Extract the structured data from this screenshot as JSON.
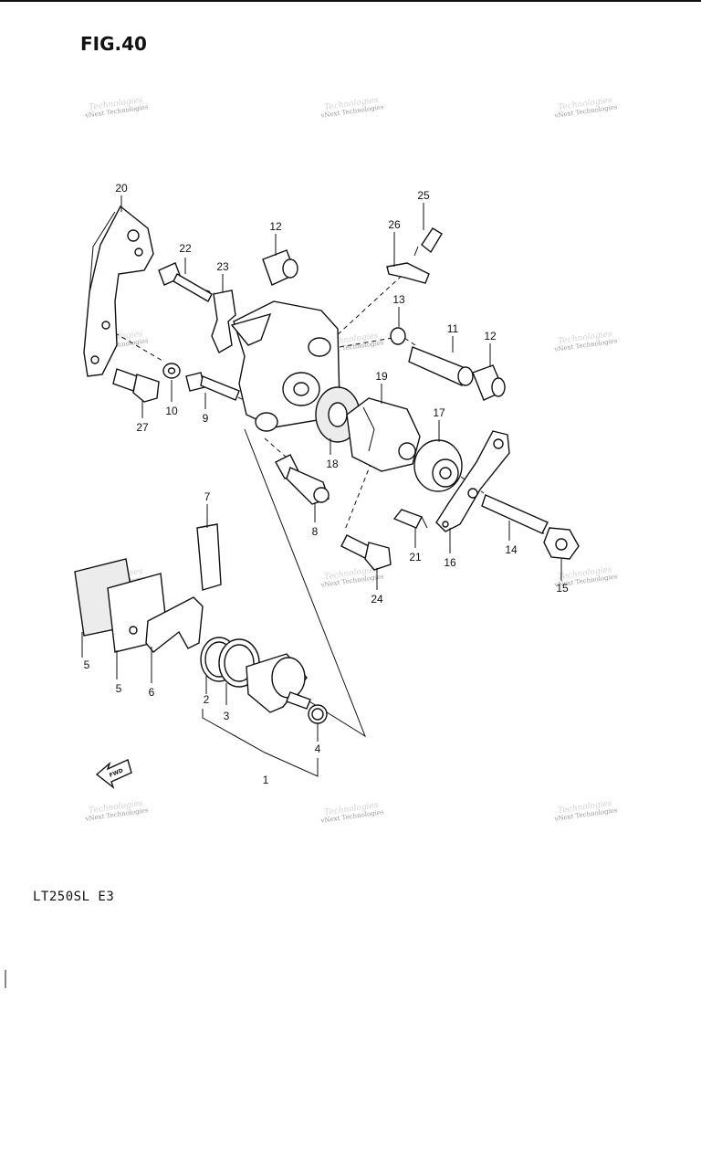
{
  "figure_title": "FIG.40",
  "model_label": "LT250SL  E3",
  "fwd_label": "FWD",
  "watermark": {
    "line1": "vNext Technologies",
    "line2": "Technologies"
  },
  "callouts": [
    {
      "id": "1",
      "label": "1"
    },
    {
      "id": "2",
      "label": "2"
    },
    {
      "id": "3",
      "label": "3"
    },
    {
      "id": "4",
      "label": "4"
    },
    {
      "id": "5a",
      "label": "5"
    },
    {
      "id": "5b",
      "label": "5"
    },
    {
      "id": "6",
      "label": "6"
    },
    {
      "id": "7",
      "label": "7"
    },
    {
      "id": "8",
      "label": "8"
    },
    {
      "id": "9",
      "label": "9"
    },
    {
      "id": "10",
      "label": "10"
    },
    {
      "id": "11",
      "label": "11"
    },
    {
      "id": "12a",
      "label": "12"
    },
    {
      "id": "12b",
      "label": "12"
    },
    {
      "id": "13",
      "label": "13"
    },
    {
      "id": "14",
      "label": "14"
    },
    {
      "id": "15",
      "label": "15"
    },
    {
      "id": "16",
      "label": "16"
    },
    {
      "id": "17",
      "label": "17"
    },
    {
      "id": "18",
      "label": "18"
    },
    {
      "id": "19",
      "label": "19"
    },
    {
      "id": "20",
      "label": "20"
    },
    {
      "id": "21",
      "label": "21"
    },
    {
      "id": "22",
      "label": "22"
    },
    {
      "id": "23",
      "label": "23"
    },
    {
      "id": "24",
      "label": "24"
    },
    {
      "id": "25",
      "label": "25"
    },
    {
      "id": "26",
      "label": "26"
    },
    {
      "id": "27",
      "label": "27"
    }
  ]
}
